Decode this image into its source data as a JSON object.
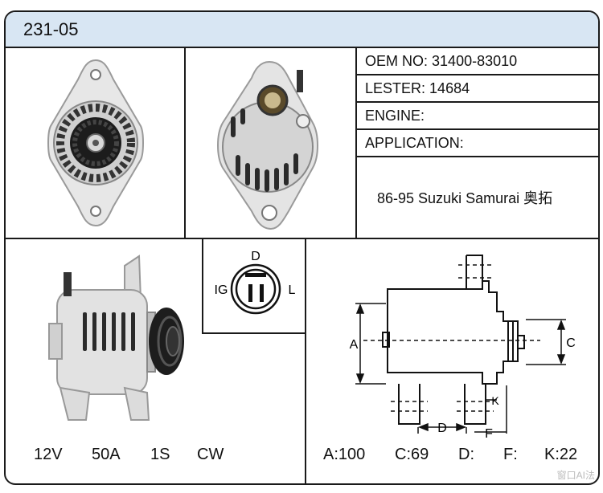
{
  "header": {
    "part_number": "231-05"
  },
  "info": {
    "oem": {
      "label": "OEM NO:",
      "value": "31400-83010"
    },
    "lester": {
      "label": "LESTER:",
      "value": "14684"
    },
    "engine": {
      "label": "ENGINE:",
      "value": ""
    },
    "application": {
      "label": "APPLICATION:",
      "value": "86-95 Suzuki Samurai 奥拓"
    }
  },
  "connector": {
    "top": "D",
    "left": "IG",
    "right": "L"
  },
  "specs_left": [
    "12V",
    "50A",
    "1S",
    "CW"
  ],
  "diagram": {
    "labels": {
      "a": "A",
      "c": "C",
      "d": "D",
      "f": "F",
      "k": "K"
    }
  },
  "specs_right": [
    {
      "label": "A:",
      "value": "100"
    },
    {
      "label": "C:",
      "value": "69"
    },
    {
      "label": "D:",
      "value": ""
    },
    {
      "label": "F:",
      "value": ""
    },
    {
      "label": "K:",
      "value": "22"
    }
  ],
  "watermark": "窗口AI法"
}
